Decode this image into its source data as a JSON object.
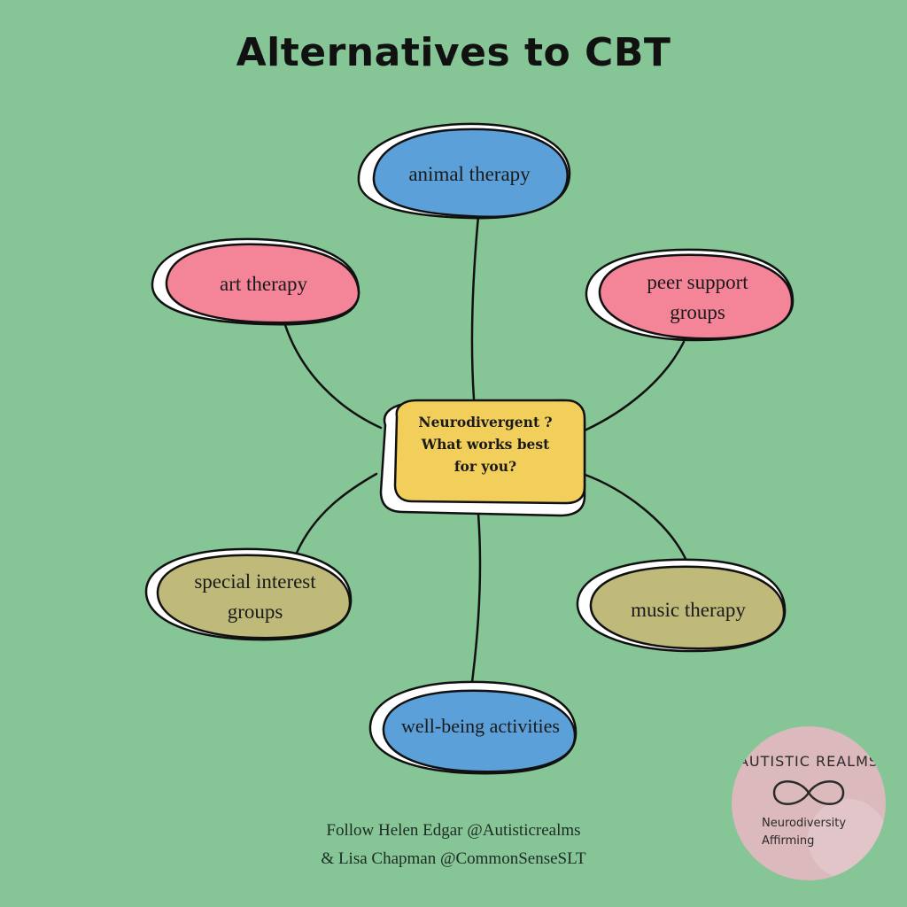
{
  "title": "Alternatives to CBT",
  "center": {
    "line1": "Neurodivergent ?",
    "line2": "What works best",
    "line3": "for you?"
  },
  "nodes": {
    "animal": {
      "line1": "animal therapy"
    },
    "art": {
      "line1": "art therapy"
    },
    "peer": {
      "line1": "peer support",
      "line2": "groups"
    },
    "special": {
      "line1": "special interest",
      "line2": "groups"
    },
    "music": {
      "line1": "music therapy"
    },
    "wellbeing": {
      "line1": "well-being activities"
    }
  },
  "footer": {
    "line1": "Follow Helen Edgar  @Autisticrealms",
    "line2": "& Lisa Chapman @CommonSenseSLT"
  },
  "badge": {
    "name": "AUTISTIC  REALMS",
    "sub1": "Neurodiversity",
    "sub2": "Affirming"
  },
  "colors": {
    "background": "#86c596",
    "blue": "#5ba0d8",
    "pink": "#f48599",
    "olive": "#bfba7a",
    "center": "#f2cf5b",
    "badge": "#dcb9bd"
  }
}
